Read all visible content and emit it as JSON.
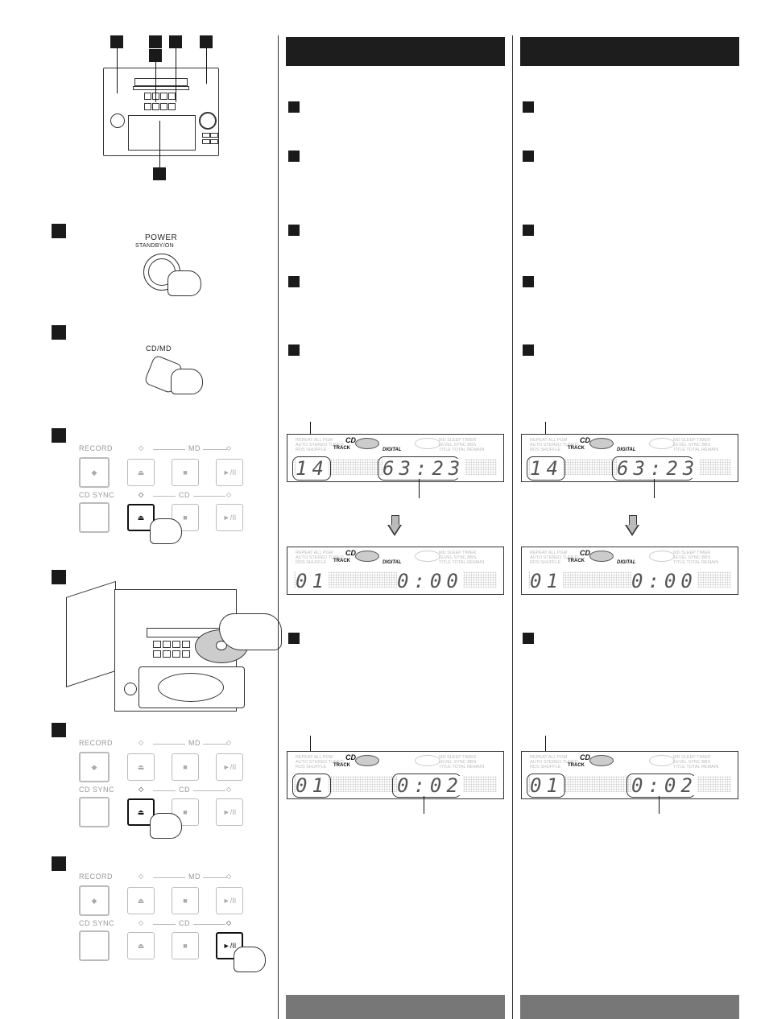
{
  "left_panel": {
    "power_label": "POWER",
    "power_sub_label": "STANDBY/ON",
    "cdmd_label": "CD/MD",
    "panel_labels": {
      "record": "RECORD",
      "md": "MD",
      "cd_sync": "CD SYNC",
      "cd": "CD"
    }
  },
  "display": {
    "indicators_left": [
      "REPEAT ALL PGM",
      "AUTO STEREO TUNED",
      "RDS SHUFFLE"
    ],
    "indicators_right": [
      "MD  SLEEP TIMER",
      "LEVEL SYNC BBS",
      "TITLE TOTAL REMAIN"
    ],
    "cd_label": "CD",
    "track_label": "TRACK",
    "digital_label": "DIGITAL",
    "screens": [
      {
        "track": "14",
        "time": "63:23"
      },
      {
        "track": "01",
        "time": "0:00"
      },
      {
        "track": "01",
        "time": "0:02"
      }
    ]
  },
  "colors": {
    "header": "#1d1d1d",
    "footer": "#777777"
  }
}
